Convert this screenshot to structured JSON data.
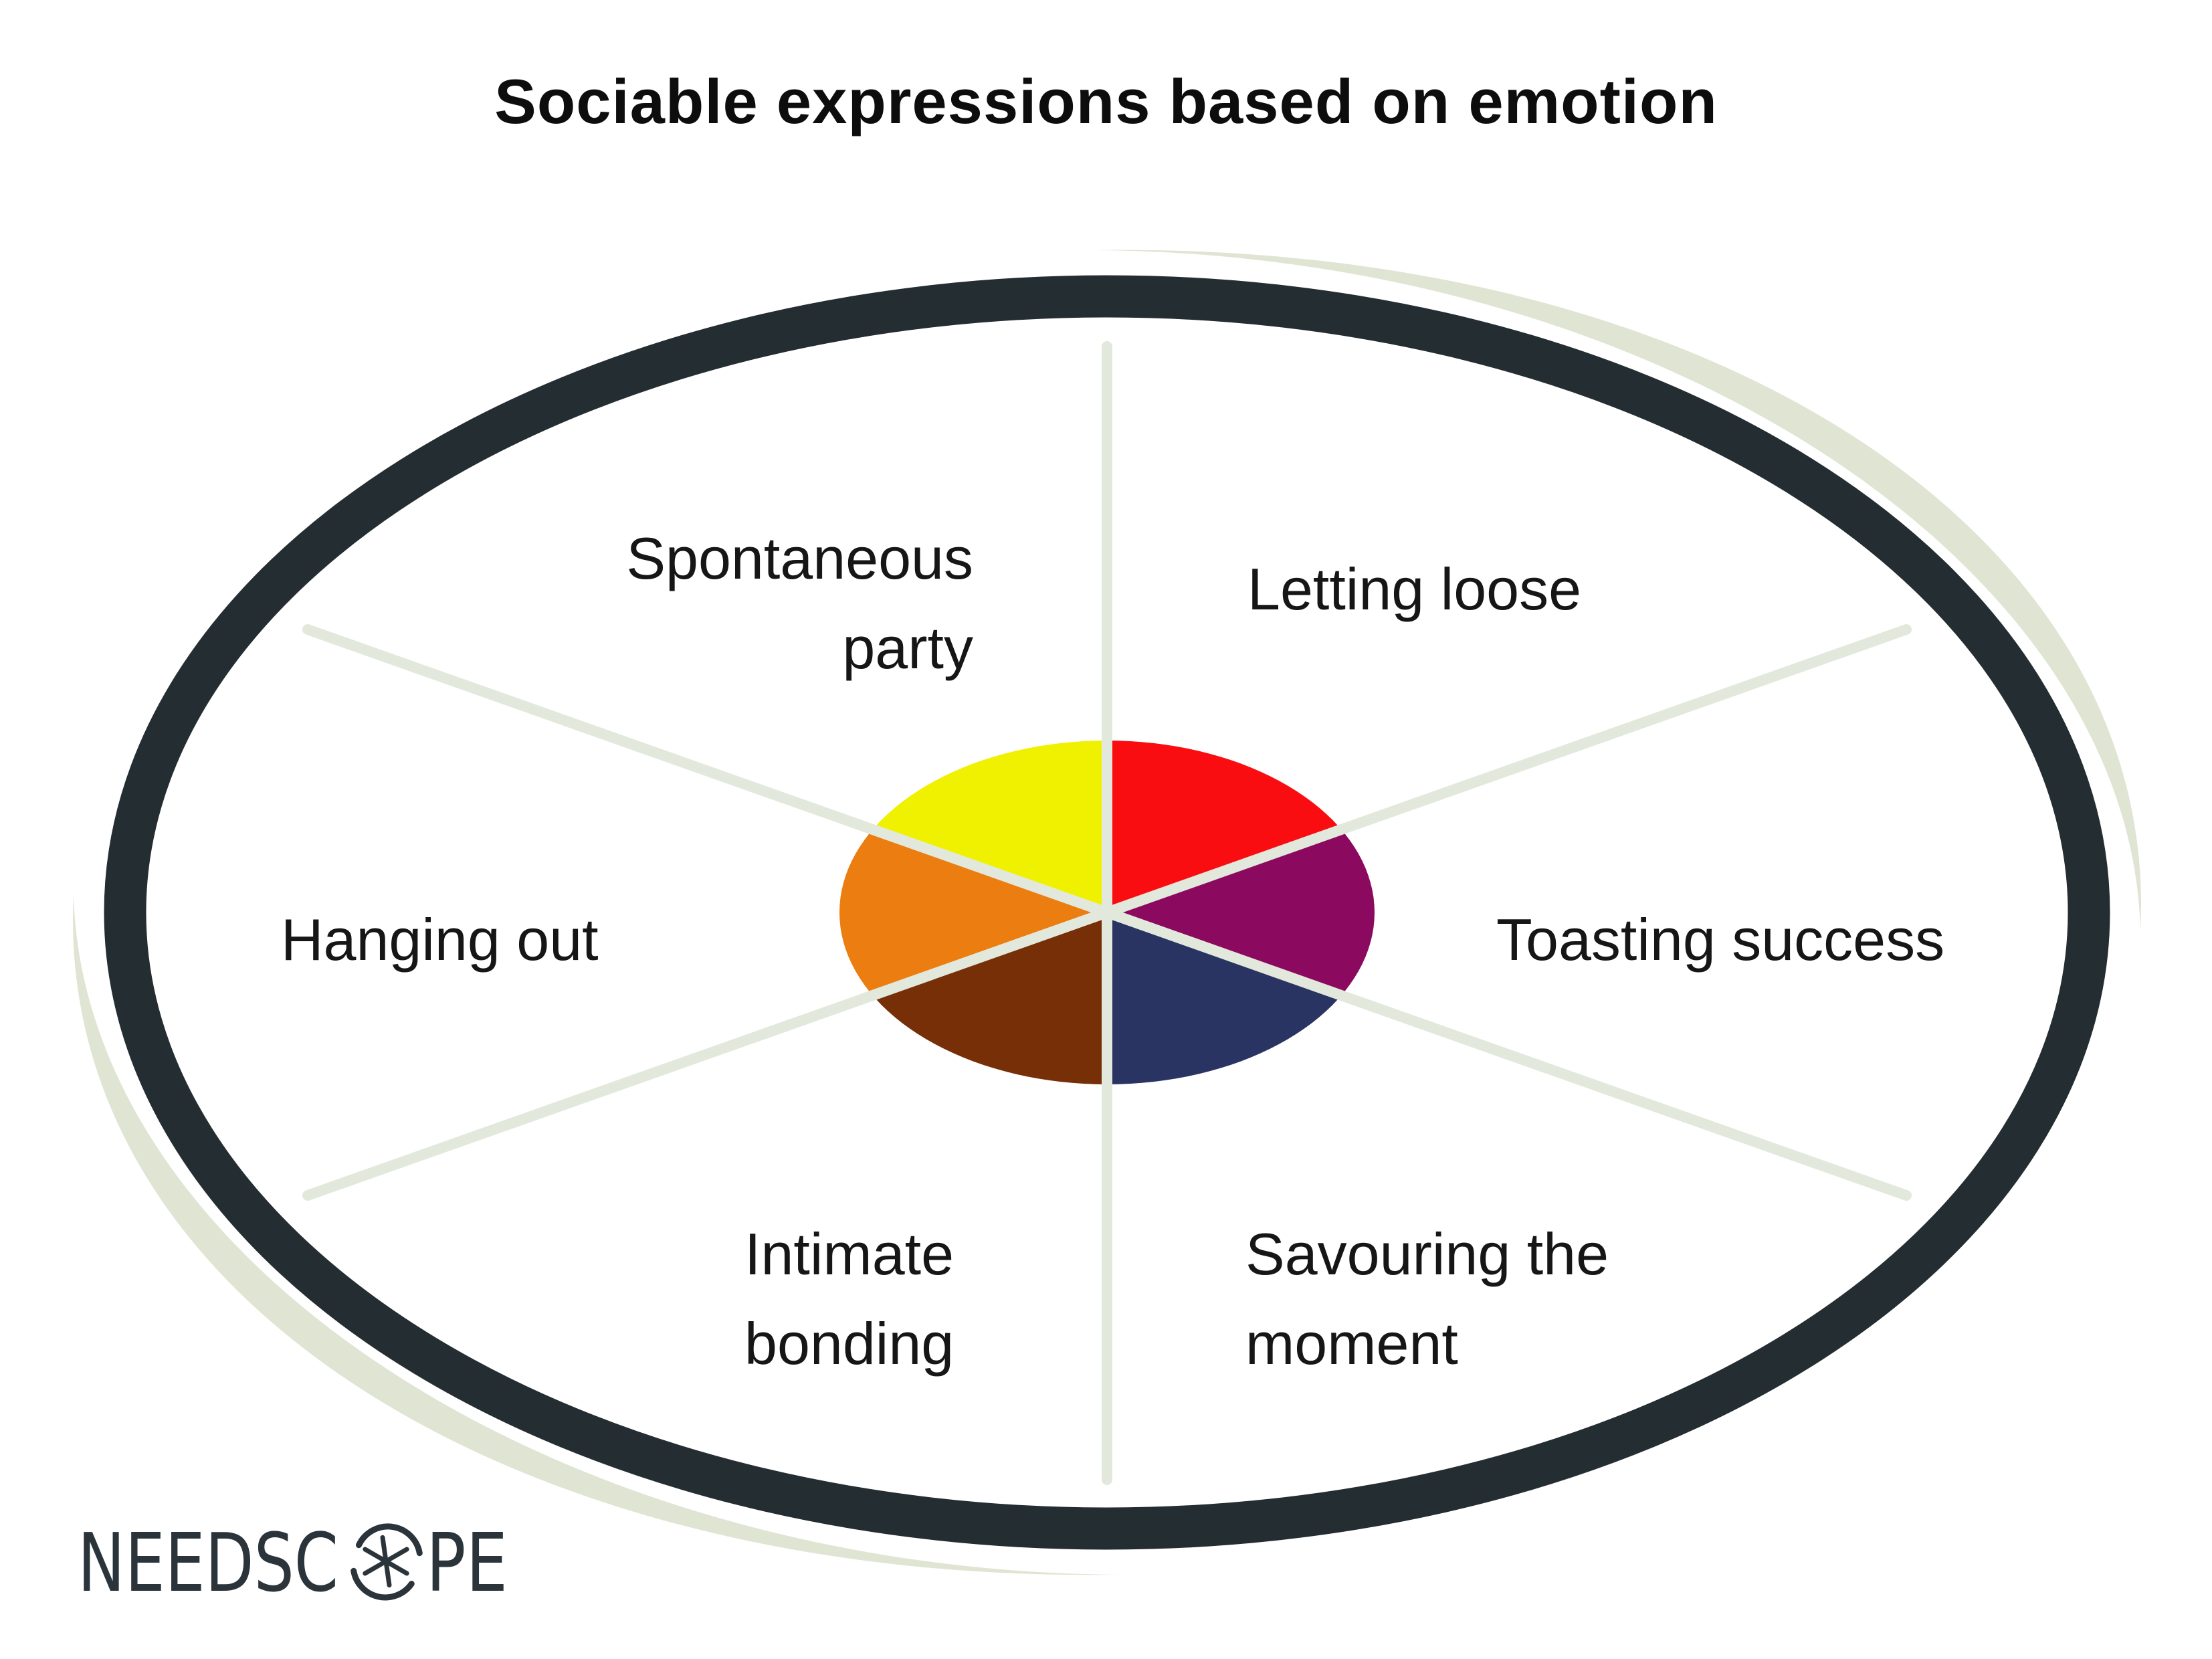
{
  "title": "Sociable expressions based on emotion",
  "wheel": {
    "sectors": [
      {
        "id": "letting-loose",
        "line1": "Letting loose",
        "color": "#F90D11",
        "t1": 30,
        "t2": 90
      },
      {
        "id": "toasting-success",
        "line1": "Toasting success",
        "color": "#8B0A5F",
        "t1": -30,
        "t2": 30
      },
      {
        "id": "savouring-the-moment",
        "line1": "Savouring the",
        "line2": "moment",
        "color": "#293462",
        "t1": 270,
        "t2": 330
      },
      {
        "id": "intimate-bonding",
        "line1": "Intimate",
        "line2": "bonding",
        "color": "#772F08",
        "t1": 210,
        "t2": 270
      },
      {
        "id": "hanging-out",
        "line1": "Hanging out",
        "color": "#EC7D10",
        "t1": 150,
        "t2": 210
      },
      {
        "id": "spontaneous-party",
        "line1": "Spontaneous",
        "line2": "party",
        "color": "#F0F100",
        "t1": 90,
        "t2": 150
      }
    ]
  },
  "colors": {
    "ring": "#242D32",
    "spoke": "#E2E9DC",
    "swoosh": "#DFE5D2",
    "title_text": "#0D0D0D",
    "label_text": "#161616",
    "logo": "#2A343A"
  },
  "logo": {
    "pre": "NEEDSC",
    "post": "PE",
    "symbol": "compass-asterisk-o-icon"
  }
}
